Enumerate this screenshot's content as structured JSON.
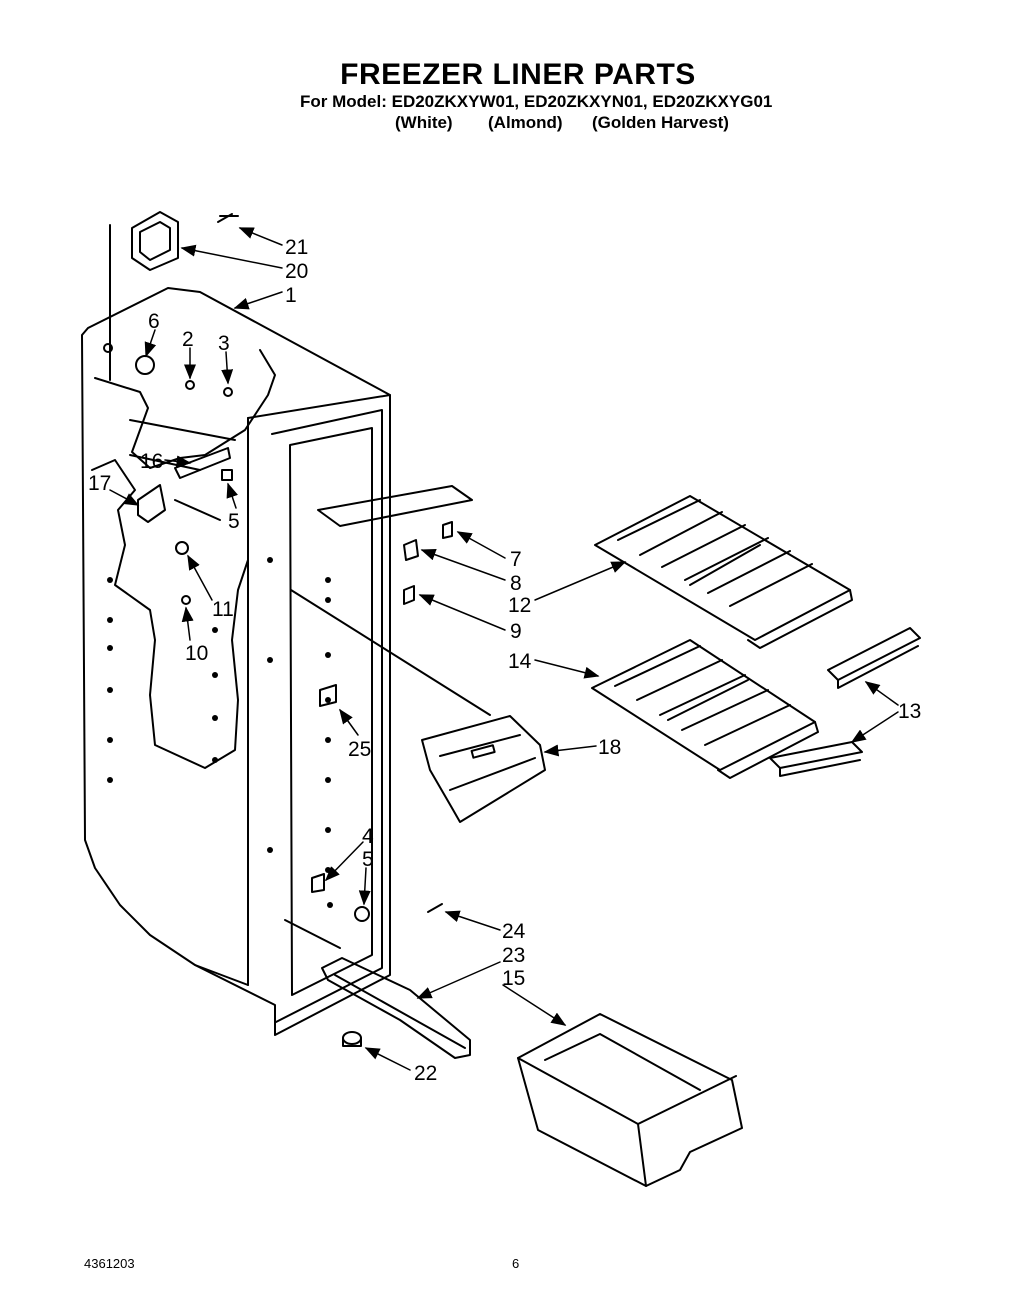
{
  "header": {
    "title": "FREEZER LINER PARTS",
    "models": "For Model: ED20ZKXYW01, ED20ZKXYN01, ED20ZKXYG01",
    "color_white": "(White)",
    "color_almond": "(Almond)",
    "color_golden": "(Golden Harvest)"
  },
  "callouts": {
    "c1": "1",
    "c2": "2",
    "c3": "3",
    "c4": "4",
    "c5a": "5",
    "c5b": "5",
    "c6": "6",
    "c7": "7",
    "c8": "8",
    "c9": "9",
    "c10": "10",
    "c11": "11",
    "c12": "12",
    "c13": "13",
    "c14": "14",
    "c15": "15",
    "c16": "16",
    "c17": "17",
    "c18": "18",
    "c20": "20",
    "c21": "21",
    "c22": "22",
    "c23": "23",
    "c24": "24",
    "c25": "25"
  },
  "footer": {
    "doc_number": "4361203",
    "page_number": "6"
  }
}
